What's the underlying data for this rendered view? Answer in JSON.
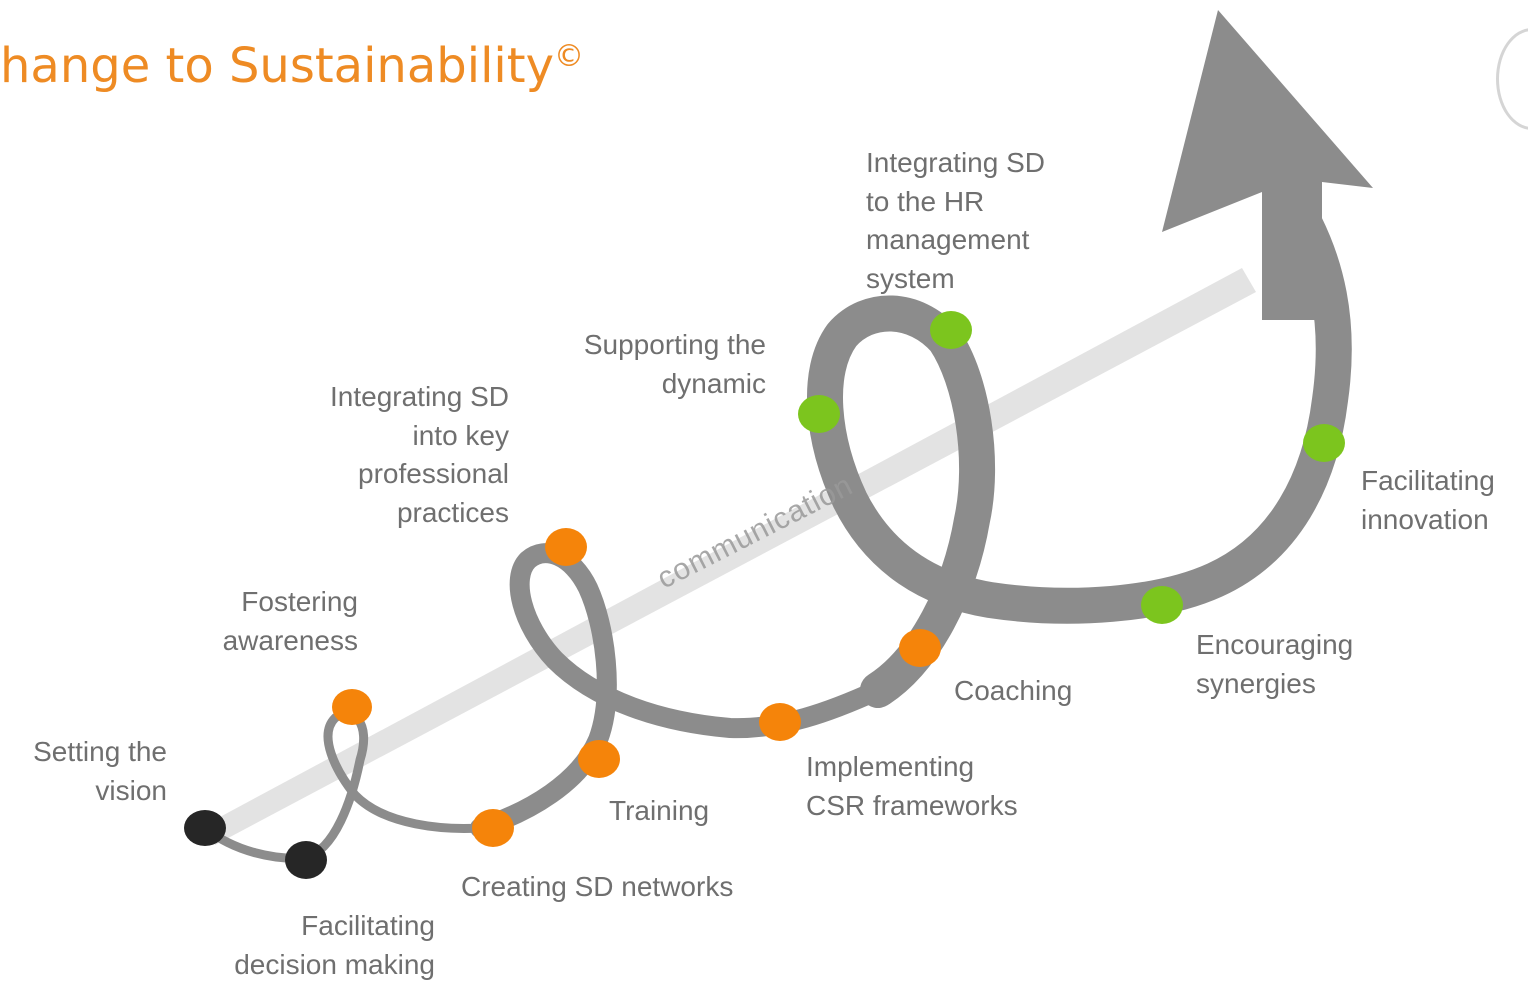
{
  "title": "hange to Sustainability",
  "title_mark": "©",
  "axis_label": "communication",
  "colors": {
    "title": "#ee8b24",
    "text": "#6f6f6f",
    "ribbon": "#8c8c8c",
    "axis": "#e3e3e3",
    "black_dot": "#262626",
    "orange_dot": "#f5840a",
    "green_dot": "#7cc51e"
  },
  "steps": {
    "setting_vision": [
      "Setting the",
      "vision"
    ],
    "facilitating_decision": [
      "Facilitating",
      "decision making"
    ],
    "fostering_awareness": [
      "Fostering",
      "awareness"
    ],
    "creating_networks": [
      "Creating SD networks"
    ],
    "training": [
      "Training"
    ],
    "integrating_practices": [
      "Integrating SD",
      "into key",
      "professional",
      "practices"
    ],
    "implementing_csr": [
      "Implementing",
      "CSR frameworks"
    ],
    "coaching": [
      "Coaching"
    ],
    "supporting_dynamic": [
      "Supporting the",
      "dynamic"
    ],
    "integrating_hr": [
      "Integrating SD",
      "to the HR",
      "management",
      "system"
    ],
    "encouraging_synergies": [
      "Encouraging",
      "synergies"
    ],
    "facilitating_innovation": [
      "Facilitating",
      "innovation"
    ]
  }
}
